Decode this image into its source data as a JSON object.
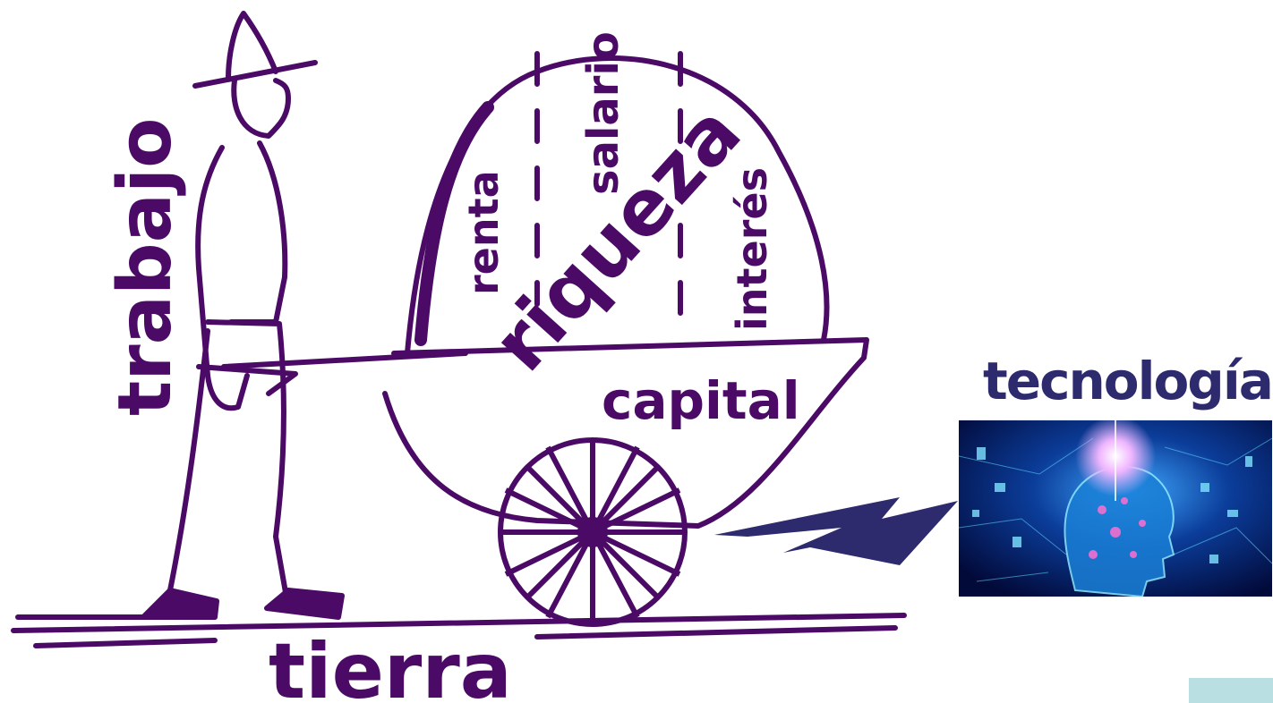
{
  "labels": {
    "trabajo": "trabajo",
    "tierra": "tierra",
    "capital": "capital",
    "riqueza": "riqueza",
    "renta": "renta",
    "salario": "salario",
    "interes": "interés",
    "tecnologia": "tecnología"
  },
  "colors": {
    "ink": "#4a0a66",
    "arrow": "#2d2a6e",
    "tech_title": "#2d2a6e",
    "corner_box": "#b9dfe2"
  },
  "icons": {
    "tech_image": "ai-head-circuit-image",
    "figure": "farmer-with-wheelbarrow-illustration"
  }
}
